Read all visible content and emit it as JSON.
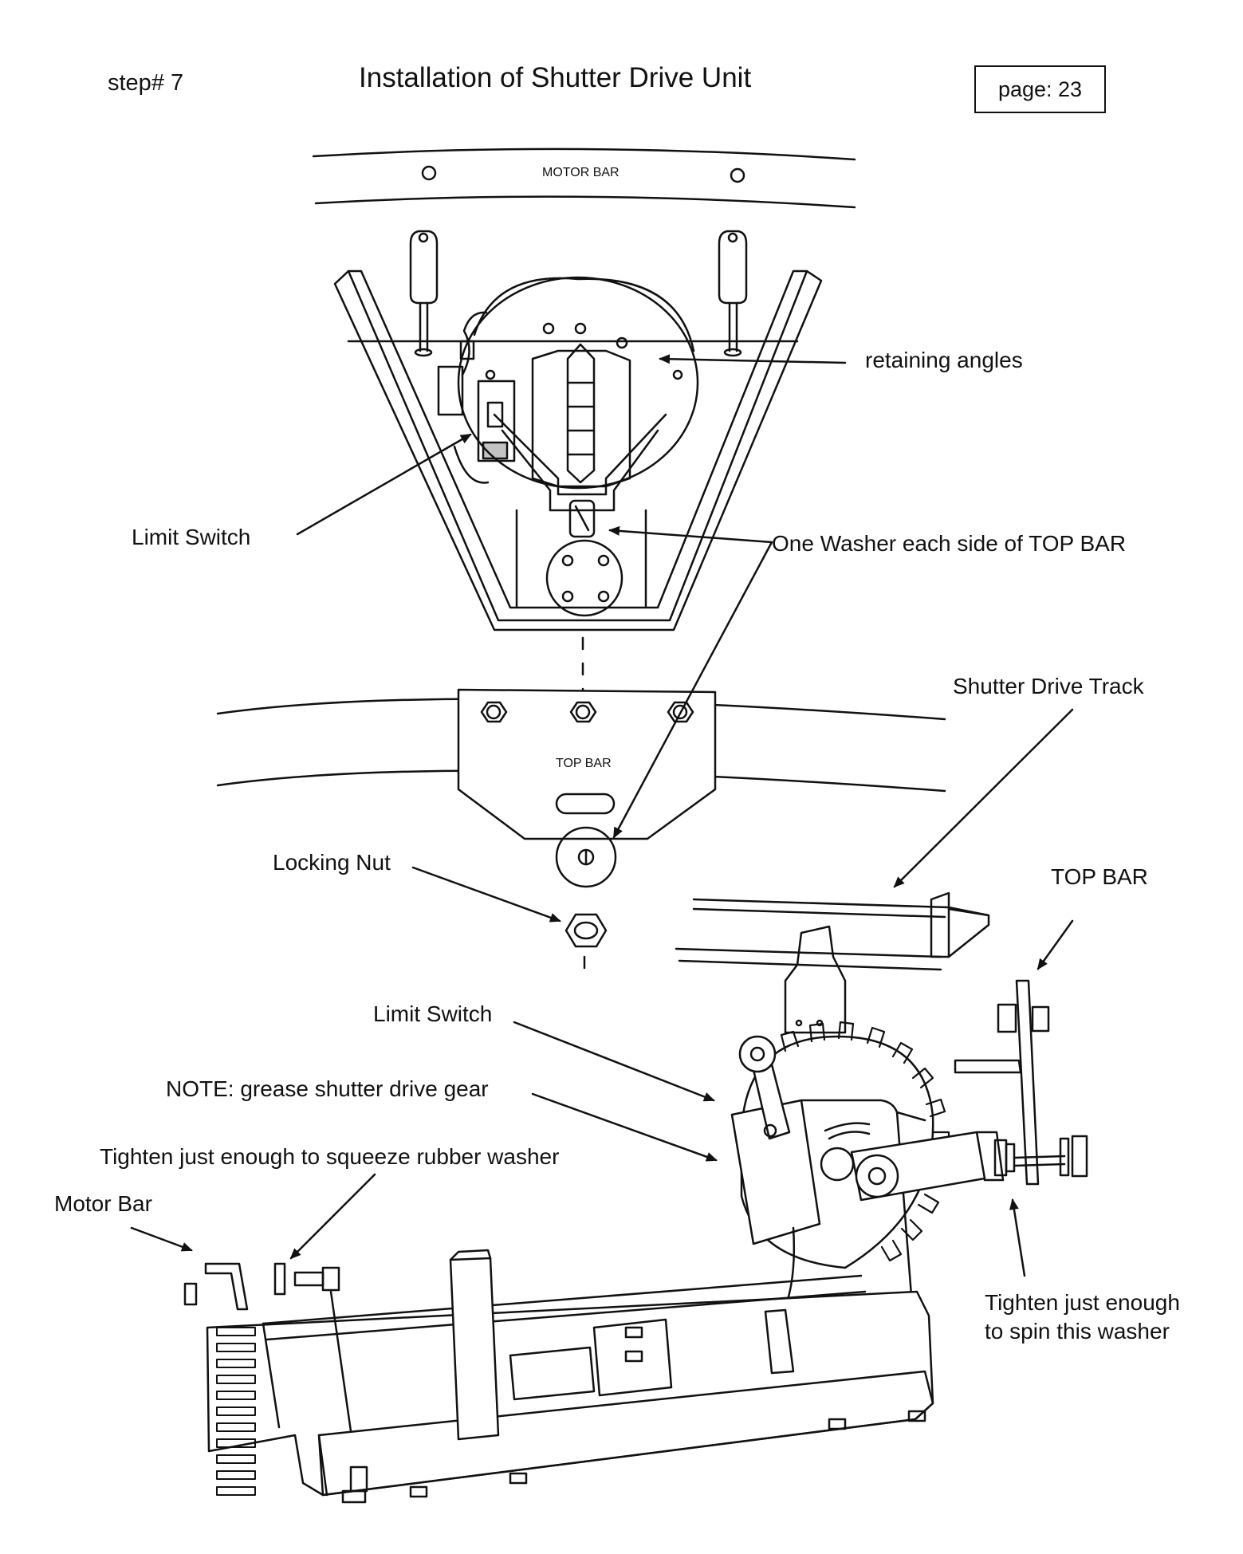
{
  "header": {
    "step": "step# 7",
    "title": "Installation of Shutter Drive Unit",
    "page": "page: 23"
  },
  "diagram": {
    "motor_bar_label": "MOTOR BAR",
    "top_bar_plate_label": "TOP BAR"
  },
  "callouts": {
    "retaining_angles": "retaining angles",
    "limit_switch_top": "Limit Switch",
    "one_washer": "One Washer each side of TOP BAR",
    "shutter_drive_track": "Shutter Drive Track",
    "locking_nut": "Locking Nut",
    "top_bar": "TOP BAR",
    "limit_switch_bottom": "Limit Switch",
    "grease_note": "NOTE: grease shutter drive gear",
    "tighten_rubber": "Tighten just enough to squeeze rubber washer",
    "motor_bar": "Motor Bar",
    "tighten_spin_line1": "Tighten just enough",
    "tighten_spin_line2": "to spin this washer"
  }
}
